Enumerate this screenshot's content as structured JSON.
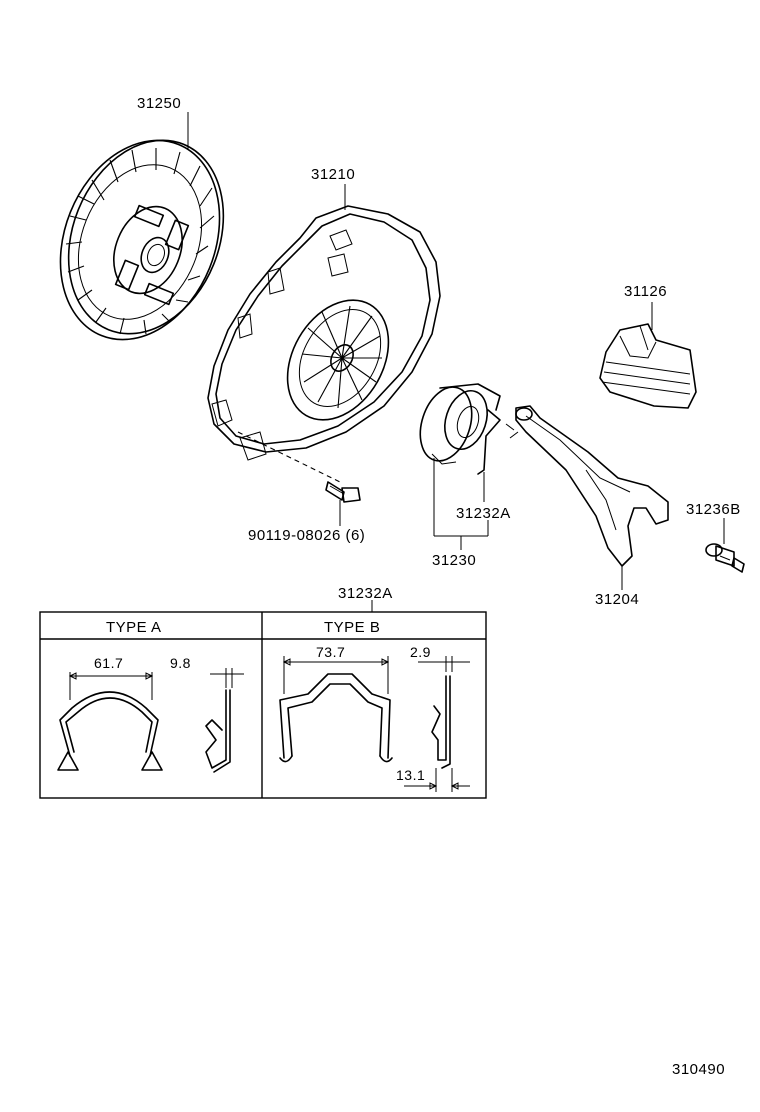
{
  "labels": {
    "disc": "31250",
    "cover": "31210",
    "boot": "31126",
    "bolt": "90119-08026 (6)",
    "bearing_clip": "31232A",
    "bearing": "31230",
    "fork": "31204",
    "pivot": "31236B",
    "clip_header": "31232A",
    "drawing_number": "310490"
  },
  "table": {
    "type_a": "TYPE  A",
    "type_b": "TYPE  B",
    "dims": {
      "a_width": "61.7",
      "a_depth": "9.8",
      "b_width": "73.7",
      "b_depth": "2.9",
      "b_height": "13.1"
    }
  }
}
